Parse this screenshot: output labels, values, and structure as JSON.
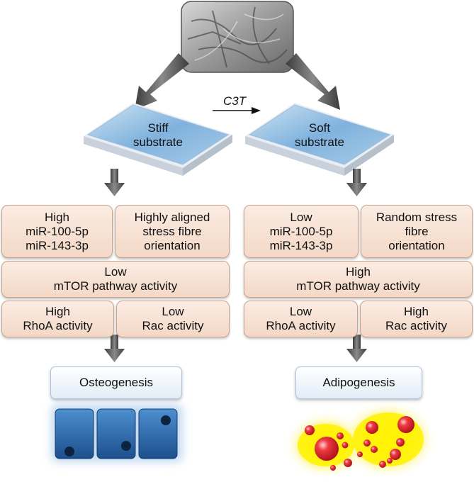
{
  "treatment_label": "C3T",
  "left": {
    "substrate": "Stiff\nsubstrate",
    "mirna": "High\nmiR-100-5p\nmiR-143-3p",
    "fibre": "Highly aligned\nstress fibre\norientation",
    "mtor": "Low\nmTOR pathway activity",
    "rhoa": "High\nRhoA activity",
    "rac": "Low\nRac activity",
    "outcome": "Osteogenesis"
  },
  "right": {
    "substrate": "Soft\nsubstrate",
    "mirna": "Low\nmiR-100-5p\nmiR-143-3p",
    "fibre": "Random stress\nfibre\norientation",
    "mtor": "High\nmTOR pathway activity",
    "rhoa": "Low\nRhoA activity",
    "rac": "High\nRac activity",
    "outcome": "Adipogenesis"
  },
  "colors": {
    "box_fill": "#f5dccb",
    "box_border": "#c8a58c",
    "substrate_blue": "#7fb2dd",
    "arrow_gray": "#555555",
    "bone_cell": "#2a6aae",
    "fat_glow": "#fff200",
    "fat_droplet": "#e0202c"
  }
}
